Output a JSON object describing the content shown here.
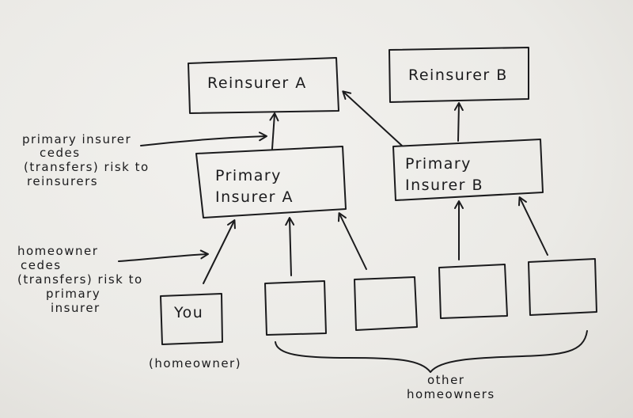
{
  "nodes": {
    "reinsurer_a": "Reinsurer A",
    "reinsurer_b": "Reinsurer B",
    "primary_a": [
      "Primary",
      "Insurer A"
    ],
    "primary_b": [
      "Primary",
      "Insurer B"
    ],
    "you": "You"
  },
  "annotations": {
    "primary_cedes": [
      "primary insurer",
      "cedes",
      "(transfers) risk to",
      "reinsurers"
    ],
    "homeowner_cedes": [
      "homeowner",
      "cedes",
      "(transfers) risk to",
      "primary",
      "insurer"
    ],
    "homeowner_label": "(homeowner)",
    "others_label": [
      "other",
      "homeowners"
    ]
  }
}
